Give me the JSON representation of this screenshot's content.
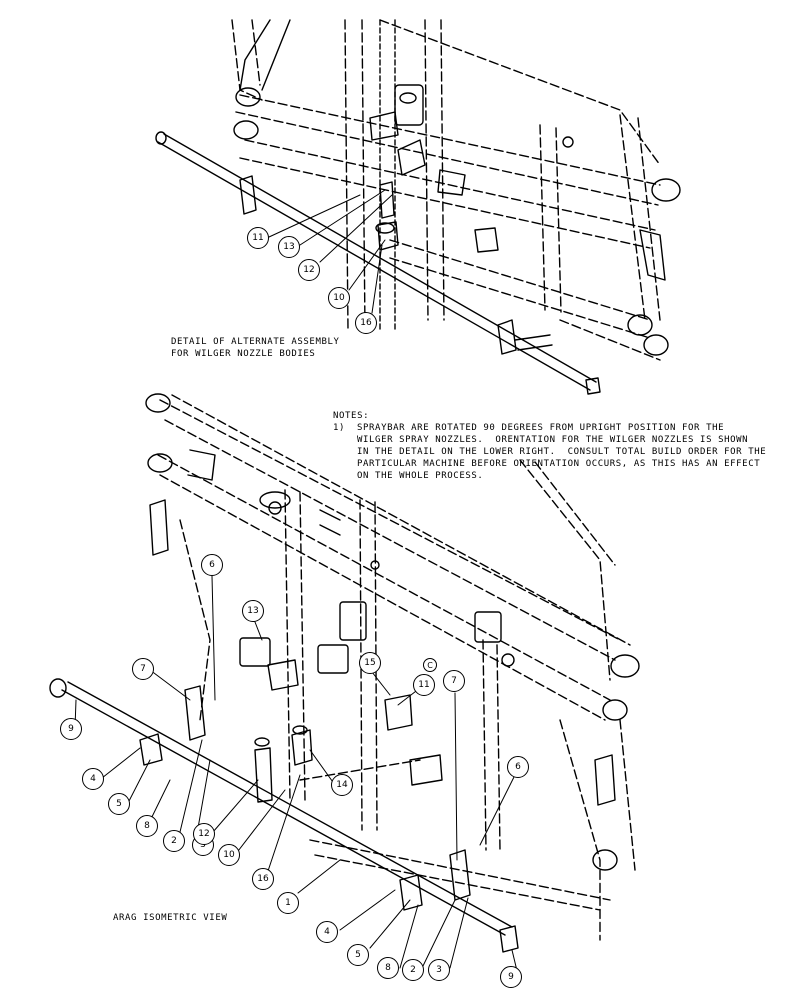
{
  "detail_title": [
    "DETAIL OF ALTERNATE ASSEMBLY",
    "FOR WILGER NOZZLE BODIES"
  ],
  "notes": {
    "heading": "NOTES:",
    "number": "1)",
    "lines": [
      "SPRAYBAR ARE ROTATED 90 DEGREES FROM UPRIGHT POSITION FOR THE",
      "WILGER SPRAY NOZZLES.  ORENTATION FOR THE WILGER NOZZLES IS SHOWN",
      "IN THE DETAIL ON THE LOWER RIGHT.  CONSULT TOTAL BUILD ORDER FOR THE",
      "PARTICULAR MACHINE BEFORE ORIENTATION OCCURS, AS THIS HAS AN EFFECT",
      "ON THE WHOLE PROCESS."
    ]
  },
  "iso_title": "ARAG ISOMETRIC VIEW",
  "small_marker": "C",
  "callouts": [
    "11",
    "13",
    "12",
    "10",
    "16",
    "6",
    "13",
    "7",
    "15",
    "11",
    "7",
    "9",
    "4",
    "5",
    "8",
    "2",
    "3",
    "12",
    "10",
    "16",
    "14",
    "6",
    "1",
    "4",
    "5",
    "8",
    "2",
    "3",
    "9"
  ]
}
